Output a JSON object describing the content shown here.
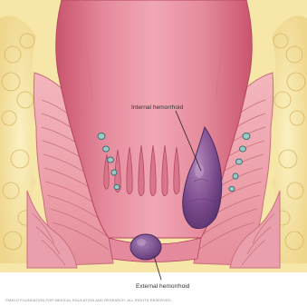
{
  "labels": {
    "internal": "Internal hemorrhoid",
    "external": "External hemorrhoid"
  },
  "copyright": "©MAYO FOUNDATION FOR MEDICAL EDUCATION AND RESEARCH. ALL RIGHTS RESERVED."
}
